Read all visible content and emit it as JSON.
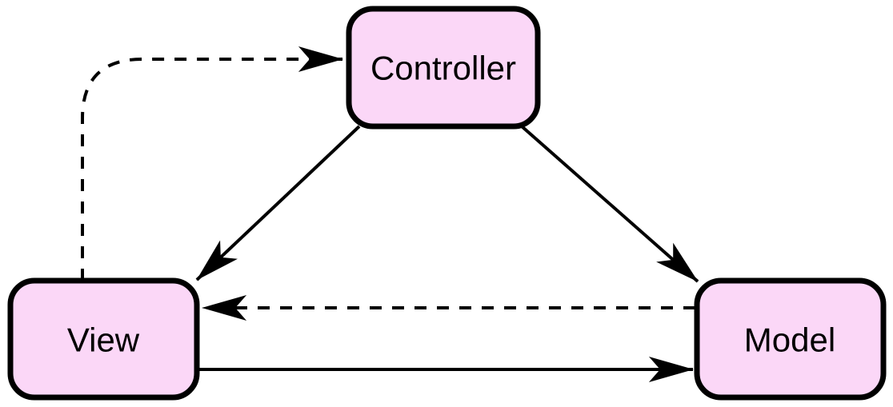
{
  "diagram": {
    "nodes": [
      {
        "id": "controller",
        "label": "Controller"
      },
      {
        "id": "view",
        "label": "View"
      },
      {
        "id": "model",
        "label": "Model"
      }
    ],
    "edges": [
      {
        "from": "controller",
        "to": "view",
        "style": "solid"
      },
      {
        "from": "controller",
        "to": "model",
        "style": "solid"
      },
      {
        "from": "view",
        "to": "controller",
        "style": "dashed"
      },
      {
        "from": "model",
        "to": "view",
        "style": "dashed"
      },
      {
        "from": "view",
        "to": "model",
        "style": "solid"
      }
    ],
    "colors": {
      "node_fill": "#fbd7f7",
      "node_stroke": "#000000",
      "edge_stroke": "#000000",
      "background": "#ffffff"
    }
  }
}
